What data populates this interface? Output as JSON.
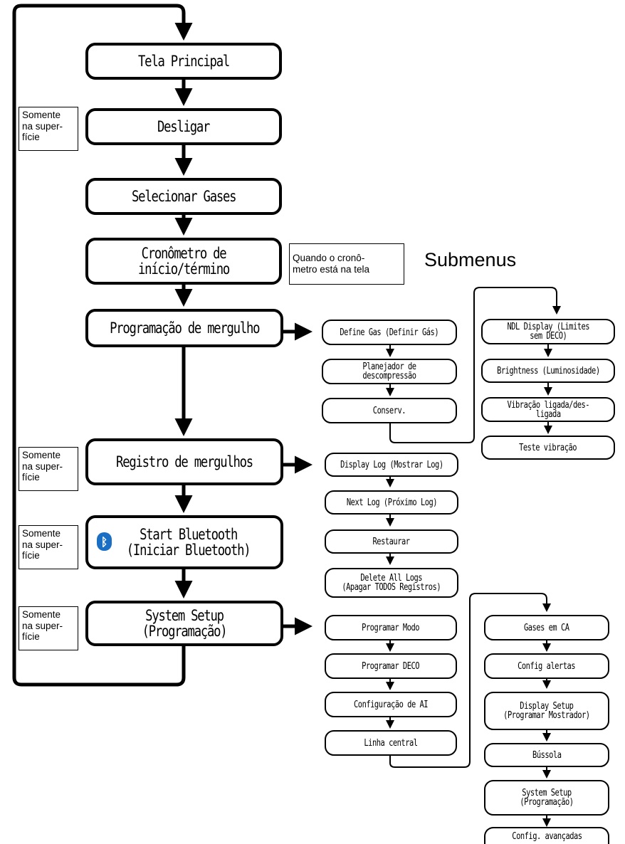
{
  "heading": "Submenus",
  "main_menu": [
    {
      "id": "tela-principal",
      "label": "Tela Principal"
    },
    {
      "id": "desligar",
      "label": "Desligar"
    },
    {
      "id": "selecionar-gases",
      "label": "Selecionar Gases"
    },
    {
      "id": "cronometro",
      "label": "Cronômetro de\ninício/término"
    },
    {
      "id": "programacao-mergulho",
      "label": "Programação de mergulho"
    },
    {
      "id": "registro-mergulhos",
      "label": "Registro de mergulhos"
    },
    {
      "id": "start-bluetooth",
      "label": "Start Bluetooth\n(Iniciar Bluetooth)"
    },
    {
      "id": "system-setup",
      "label": "System Setup (Programação)"
    }
  ],
  "notes": {
    "desligar": "Somente\nna super-\nfície",
    "cronometro": "Quando o cronô-\nmetro está na tela",
    "registro": "Somente\nna super-\nfície",
    "bluetooth": "Somente\nna super-\nfície",
    "system_setup": "Somente\nna super-\nfície"
  },
  "submenus": {
    "dive_setup_col1": [
      "Define Gas (Definir Gás)",
      "Planejador de descompressão",
      "Conserv."
    ],
    "dive_setup_col2": [
      "NDL Display (Limites\nsem DECO)",
      "Brightness (Luminosidade)",
      "Vibração ligada/des-\nligada",
      "Teste vibração"
    ],
    "log": [
      "Display Log (Mostrar Log)",
      "Next Log (Próximo Log)",
      "Restaurar",
      "Delete All Logs\n(Apagar TODOS Registros)"
    ],
    "system_col1": [
      "Programar Modo",
      "Programar DECO",
      "Configuração de AI",
      "Linha central"
    ],
    "system_col2": [
      "Gases em CA",
      "Config alertas",
      "Display Setup\n(Programar Mostrador)",
      "Bússola",
      "System Setup\n(Programação)",
      "Config. avançadas"
    ]
  },
  "icons": {
    "bluetooth": "bluetooth-icon"
  },
  "colors": {
    "bluetooth": "#1a6fc4"
  }
}
